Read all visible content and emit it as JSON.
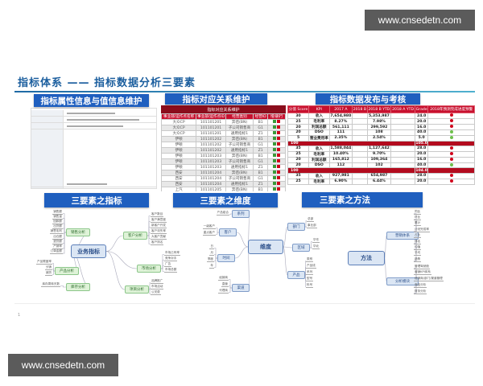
{
  "watermark": "www.cnsedetn.com",
  "title": "指标体系 —— 指标数据分析三要素",
  "sections": {
    "attr": "指标属性信息与值信息维护",
    "relation": "指标对应关系维护",
    "publish": "指标数据发布与考核",
    "indicators": "三要素之指标",
    "dimensions": "三要素之维度",
    "methods": "三要素之方法"
  },
  "relation_table": {
    "caption": "指标对应关系维护",
    "headers": [
      "事业部/运作点名称",
      "事业部/运作点ID",
      "经营类别",
      "经营ID",
      "增/删行"
    ],
    "rows": [
      [
        "大众CP",
        "101101201",
        "奔佰(BN)",
        "B1"
      ],
      [
        "大众CP",
        "101101201",
        "子公司销售商",
        "G1"
      ],
      [
        "大众CP",
        "101101201",
        "通用指标1",
        "Z1"
      ],
      [
        "伊顿",
        "101101202",
        "奔佰(BN)",
        "B1"
      ],
      [
        "伊顿",
        "101101202",
        "子公司销售商",
        "G1"
      ],
      [
        "伊顿",
        "101101202",
        "通用指标1",
        "Z1"
      ],
      [
        "伊顿",
        "101101203",
        "奔佰(BN)",
        "B1"
      ],
      [
        "伊顿",
        "101101203",
        "子公司销售商",
        "G1"
      ],
      [
        "伊顿",
        "101101203",
        "通用指标1",
        "Z1"
      ],
      [
        "西安",
        "101101204",
        "奔佰(BN)",
        "B1"
      ],
      [
        "西安",
        "101101204",
        "子公司销售商",
        "G1"
      ],
      [
        "西安",
        "101101204",
        "通用指标1",
        "Z1"
      ],
      [
        "上汽",
        "101101205",
        "奔佰(BN)",
        "B1"
      ]
    ]
  },
  "publish_table": {
    "headers": [
      "分值 Score",
      "KPI",
      "2017 A",
      "2018 B",
      "2018 B YTD",
      "2018 A YTD",
      "Grade",
      "2018年预测完成进度预警"
    ],
    "rows": [
      {
        "score": "30",
        "kpi": "收入",
        "a2017": "7,654,980",
        "b2018": "",
        "bytd": "5,353,987",
        "aytd": "",
        "grade": "24.0",
        "status": "red"
      },
      {
        "score": "25",
        "kpi": "毛利率",
        "a2017": "8.27%",
        "b2018": "",
        "bytd": "7.98%",
        "aytd": "",
        "grade": "20.0",
        "status": "red"
      },
      {
        "score": "20",
        "kpi": "利润总额",
        "a2017": "561,111",
        "b2018": "",
        "bytd": "299,592",
        "aytd": "",
        "grade": "16.0",
        "status": "red"
      },
      {
        "score": "20",
        "kpi": "DSO",
        "a2017": "111",
        "b2018": "",
        "bytd": "108",
        "aytd": "",
        "grade": "40.0",
        "status": "green"
      },
      {
        "score": "5",
        "kpi": "营业费用率",
        "a2017": "2.35%",
        "b2018": "",
        "bytd": "2.54%",
        "aytd": "",
        "grade": "5.0",
        "status": "green"
      },
      {
        "subtotal": true,
        "score": "100",
        "grade": "105.0"
      },
      {
        "score": "35",
        "kpi": "收入",
        "a2017": "1,588,044",
        "b2018": "",
        "bytd": "1,127,642",
        "aytd": "",
        "grade": "28.0",
        "status": "red"
      },
      {
        "score": "25",
        "kpi": "毛利率",
        "a2017": "10.40%",
        "b2018": "",
        "bytd": "9.70%",
        "aytd": "",
        "grade": "20.0",
        "status": "red"
      },
      {
        "score": "20",
        "kpi": "利润总额",
        "a2017": "165,812",
        "b2018": "",
        "bytd": "109,364",
        "aytd": "",
        "grade": "16.0",
        "status": "red"
      },
      {
        "score": "20",
        "kpi": "DSO",
        "a2017": "112",
        "b2018": "",
        "bytd": "102",
        "aytd": "",
        "grade": "40.0",
        "status": "green"
      },
      {
        "subtotal": true,
        "score": "100",
        "grade": "104.0"
      },
      {
        "score": "35",
        "kpi": "收入",
        "a2017": "927,981",
        "b2018": "",
        "bytd": "654,987",
        "aytd": "",
        "grade": "28.0",
        "status": "red"
      },
      {
        "score": "25",
        "kpi": "毛利率",
        "a2017": "6.90%",
        "b2018": "",
        "bytd": "6.44%",
        "aytd": "",
        "grade": "20.0",
        "status": "red"
      }
    ]
  },
  "colors": {
    "accent": "#1f5fbf",
    "table_red": "#c8102e",
    "status_red": "#d0021b",
    "status_green": "#6cc04a"
  },
  "maps": {
    "indicators": {
      "center": "业务指标",
      "branches": [
        {
          "label": "销售分析",
          "leaves": [
            "销售额",
            "销售量",
            "回款额",
            "出货额",
            "销售毛利",
            "出仓额",
            "退货额",
            "产销率",
            "订单金额"
          ]
        },
        {
          "label": "客户分析",
          "leaves": [
            "客户数目",
            "客户满意度",
            "新客户开发",
            "客户流失率",
            "大客户贡献",
            "客户排名"
          ]
        },
        {
          "label": "市场分析",
          "leaves": [
            "市场占有率",
            "竞争对手",
            "广告",
            "市场总额"
          ]
        },
        {
          "label": "产品分析",
          "leaves": [
            "产品覆盖率",
            "分销",
            "铺货"
          ]
        },
        {
          "label": "库存分析",
          "leaves": [
            "库存周转天数"
          ]
        },
        {
          "label": "项目分析",
          "leaves": [
            "品牌推广",
            "市场活动",
            "公关费"
          ]
        }
      ]
    },
    "dimensions": {
      "center": "维度",
      "branches": [
        {
          "label": "系列",
          "leaves": [
            "产品组合"
          ]
        },
        {
          "label": "客户",
          "leaves": [
            "一级客户",
            "重点客户"
          ]
        },
        {
          "label": "时间",
          "leaves": [
            "日",
            "月",
            "季度",
            "年"
          ]
        },
        {
          "label": "渠道",
          "leaves": [
            "经销商",
            "直营",
            "代理商"
          ]
        },
        {
          "label": "部门",
          "leaves": [
            "总部",
            "事业部"
          ]
        },
        {
          "label": "区域",
          "leaves": [
            "华东",
            "华北"
          ]
        },
        {
          "label": "产品",
          "leaves": [
            "类别",
            "产品线",
            "系列",
            "型号",
            "料号"
          ]
        }
      ]
    },
    "methods": {
      "center": "方法",
      "branches": [
        {
          "label": "营销体系",
          "leaves": [
            "同比",
            "环比",
            "累计",
            "计划完成率",
            "占比",
            "排名",
            "均值",
            "平均",
            "趋势"
          ]
        },
        {
          "label": "分析模块",
          "leaves": [
            "管理驾驶舱",
            "营销KPI体系",
            "经销商/部门/渠道管理",
            "商品分析",
            "财务分析"
          ]
        }
      ]
    }
  },
  "page_number": "1"
}
